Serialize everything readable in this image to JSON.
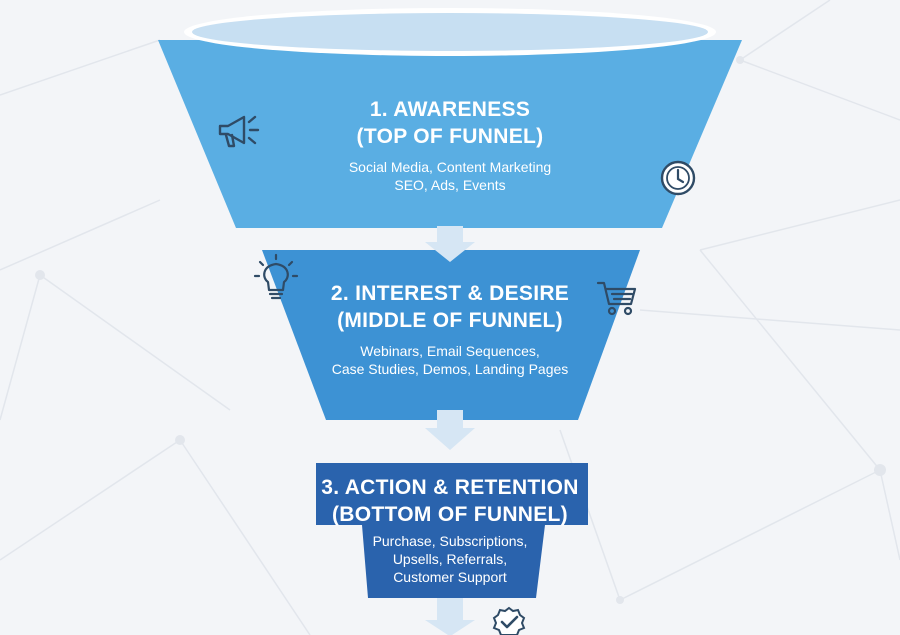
{
  "stages": [
    {
      "title_line1": "1. AWARENESS",
      "title_line2": "(TOP OF FUNNEL)",
      "desc_line1": "Social Media, Content Marketing",
      "desc_line2": "SEO, Ads, Events",
      "color": "#5aaee3",
      "icons": [
        "megaphone-icon",
        "clock-icon"
      ]
    },
    {
      "title_line1": "2. INTEREST & DESIRE",
      "title_line2": "(MIDDLE OF FUNNEL)",
      "desc_line1": "Webinars, Email Sequences,",
      "desc_line2": "Case Studies, Demos, Landing Pages",
      "color": "#3d92d4",
      "icons": [
        "lightbulb-icon",
        "shopping-cart-icon"
      ]
    },
    {
      "title_line1": "3. ACTION & RETENTION",
      "title_line2": "(BOTTOM OF FUNNEL)",
      "desc_line1": "Purchase, Subscriptions,",
      "desc_line2": "Upsells, Referrals,",
      "desc_line3": "Customer Support",
      "color": "#2a63ad",
      "icons": [
        "checkmark-badge-icon"
      ]
    }
  ],
  "colors": {
    "rim": "#c7dff2",
    "arrow": "#d6e6f4",
    "icon": "#2f4b66",
    "background": "#f3f5f8",
    "network_lines": "#e3e7ed"
  }
}
